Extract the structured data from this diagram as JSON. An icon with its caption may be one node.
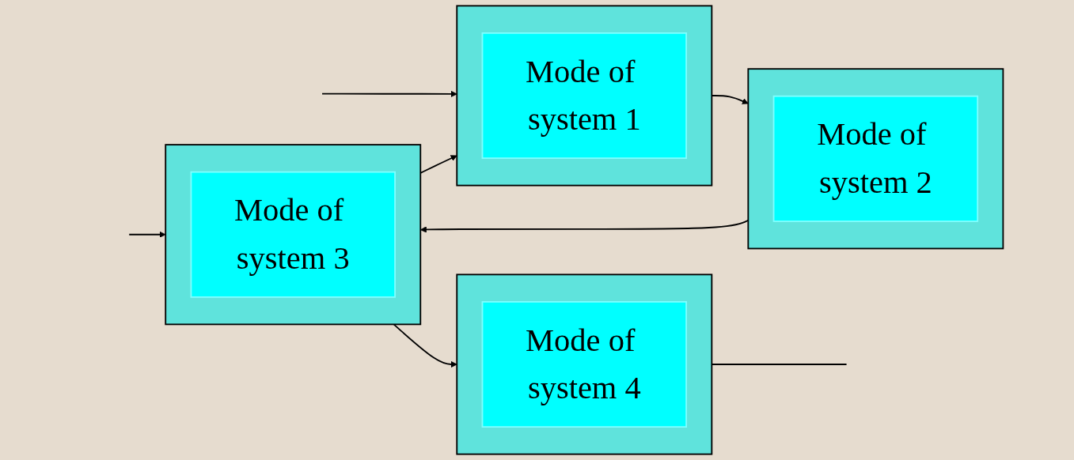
{
  "diagram": {
    "nodes": [
      {
        "text": [],
        "shape": "box"
      },
      {
        "text": [
          "Mode of system 1"
        ],
        "in": 0
      },
      {
        "text": [],
        "shape": "box"
      },
      {
        "text": [
          "Mode of system 2"
        ],
        "in": 2
      },
      {
        "text": [],
        "shape": "box"
      },
      {
        "text": [
          "Mode of system 3"
        ],
        "in": 4
      },
      {
        "text": [],
        "shape": "box"
      },
      {
        "text": [
          "Mode of system 4"
        ],
        "in": 6
      }
    ],
    "edges": [
      {
        "from": null,
        "to": 0,
        "arrow": "to"
      },
      {
        "from": 0,
        "to": 2,
        "arrow": "to"
      },
      {
        "from": 2,
        "to": 4,
        "arrow": "to"
      },
      {
        "from": 4,
        "to": 0,
        "arrow": "to"
      },
      {
        "from": null,
        "to": 4,
        "arrow": "to"
      },
      {
        "from": 4,
        "to": 6,
        "arrow": "to"
      },
      {
        "from": 6,
        "to": null,
        "arrow": "none"
      }
    ]
  }
}
